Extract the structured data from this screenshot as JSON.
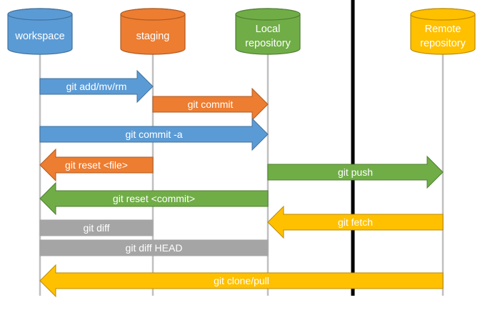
{
  "colors": {
    "blue": "#5B9BD5",
    "blue_dark": "#41719C",
    "orange": "#ED7D31",
    "orange_dark": "#AE5A21",
    "green": "#70AD47",
    "green_dark": "#507E32",
    "gold": "#FFC000",
    "gold_dark": "#BC8C00",
    "gray": "#A5A5A5",
    "lifeline": "#BFBFBF",
    "divider": "#000000",
    "text": "#FFFFFF"
  },
  "nodes": [
    {
      "id": "workspace",
      "lines": [
        "workspace"
      ],
      "color": "blue"
    },
    {
      "id": "staging",
      "lines": [
        "staging"
      ],
      "color": "orange"
    },
    {
      "id": "local",
      "lines": [
        "Local",
        "repository"
      ],
      "color": "green"
    },
    {
      "id": "remote",
      "lines": [
        "Remote",
        "repository"
      ],
      "color": "gold"
    }
  ],
  "commands": [
    {
      "id": "git-add",
      "label": "git add/mv/rm",
      "from": "workspace",
      "to": "staging",
      "color": "blue",
      "shape": "arrow"
    },
    {
      "id": "git-commit",
      "label": "git commit",
      "from": "staging",
      "to": "local",
      "color": "orange",
      "shape": "arrow"
    },
    {
      "id": "git-commit-a",
      "label": "git commit -a",
      "from": "workspace",
      "to": "local",
      "color": "blue",
      "shape": "arrow"
    },
    {
      "id": "git-reset-file",
      "label": "git reset <file>",
      "from": "staging",
      "to": "workspace",
      "color": "orange",
      "shape": "arrow"
    },
    {
      "id": "git-push",
      "label": "git push",
      "from": "local",
      "to": "remote",
      "color": "green",
      "shape": "arrow"
    },
    {
      "id": "git-reset-commit",
      "label": "git reset <commit>",
      "from": "local",
      "to": "workspace",
      "color": "green",
      "shape": "arrow"
    },
    {
      "id": "git-fetch",
      "label": "git fetch",
      "from": "remote",
      "to": "local",
      "color": "gold",
      "shape": "arrow"
    },
    {
      "id": "git-diff",
      "label": "git diff",
      "from": "workspace",
      "to": "staging",
      "color": "gray",
      "shape": "bar"
    },
    {
      "id": "git-diff-head",
      "label": "git diff HEAD",
      "from": "workspace",
      "to": "local",
      "color": "gray",
      "shape": "bar"
    },
    {
      "id": "git-clone-pull",
      "label": "git clone/pull",
      "from": "remote",
      "to": "workspace",
      "color": "gold",
      "shape": "arrow"
    }
  ]
}
